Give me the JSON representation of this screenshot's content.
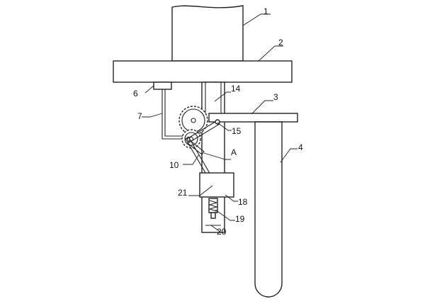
{
  "labels": {
    "l1": "1",
    "l2": "2",
    "l3": "3",
    "l4": "4",
    "l6": "6",
    "l7": "7",
    "l10": "10",
    "l14": "14",
    "l15": "15",
    "lA": "A",
    "l18": "18",
    "l19": "19",
    "l20": "20",
    "l21": "21"
  }
}
